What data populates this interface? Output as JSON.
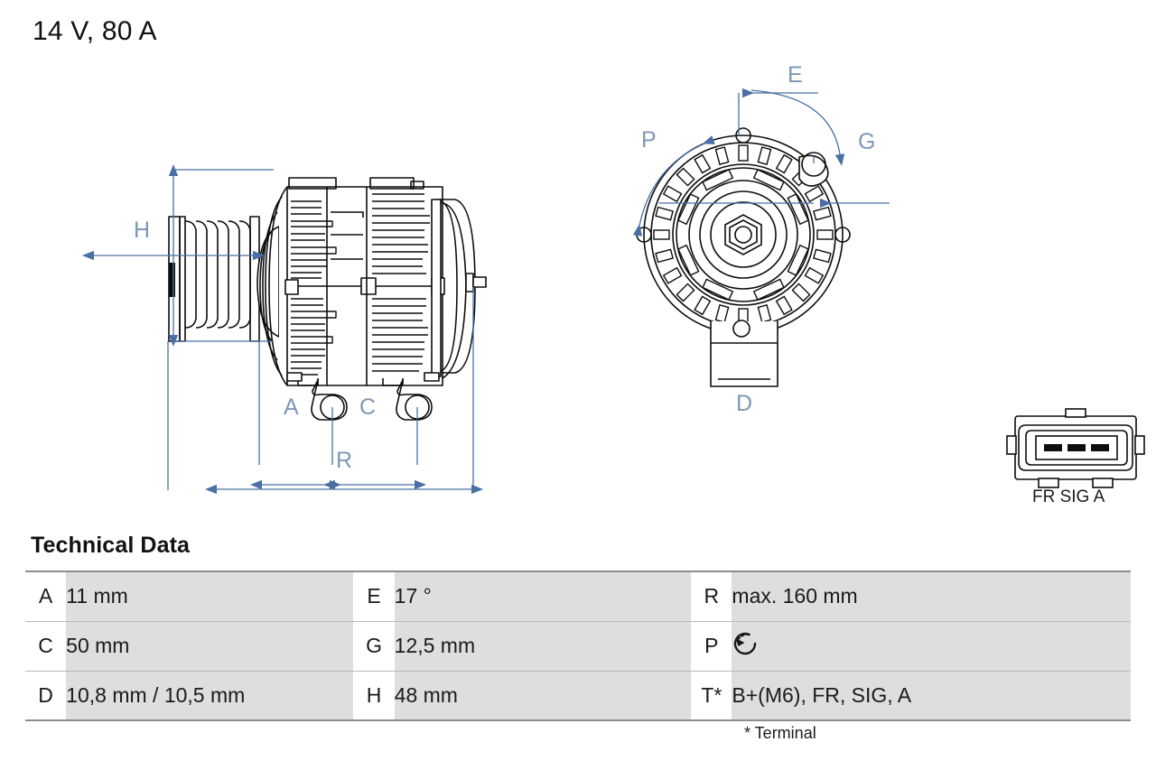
{
  "header": {
    "title": "14 V, 80 A"
  },
  "drawing": {
    "side_view": {
      "name": "alternator-side-view",
      "dimension_labels": [
        "H",
        "A",
        "C",
        "R"
      ]
    },
    "front_view": {
      "name": "alternator-front-view",
      "dimension_labels": [
        "E",
        "P",
        "G",
        "D"
      ]
    },
    "connector": {
      "name": "connector-plug",
      "pin_labels": "FR SIG A",
      "pins": [
        "FR",
        "SIG",
        "A"
      ]
    },
    "labels": {
      "H": "H",
      "A": "A",
      "C": "C",
      "R": "R",
      "E": "E",
      "P": "P",
      "G": "G",
      "D": "D"
    }
  },
  "technical_data": {
    "heading": "Technical Data",
    "footnote": "* Terminal",
    "rows": [
      {
        "c1_key": "A",
        "c1_val": "11 mm",
        "c2_key": "E",
        "c2_val": "17 °",
        "c3_key": "R",
        "c3_val": "max. 160 mm"
      },
      {
        "c1_key": "C",
        "c1_val": "50 mm",
        "c2_key": "G",
        "c2_val": "12,5 mm",
        "c3_key": "P",
        "c3_val": ""
      },
      {
        "c1_key": "D",
        "c1_val": "10,8 mm / 10,5 mm",
        "c2_key": "H",
        "c2_val": "48 mm",
        "c3_key": "T*",
        "c3_val": "B+(M6), FR, SIG, A"
      }
    ],
    "rotation_icon": "counter-clockwise-rotation-icon"
  },
  "colors": {
    "dimension_blue": "#4a6fa5",
    "dimension_label": "#7e97b8",
    "line_black": "#0d0d0d",
    "cell_gray": "#dedede",
    "rule_gray": "#b9b9b9"
  }
}
